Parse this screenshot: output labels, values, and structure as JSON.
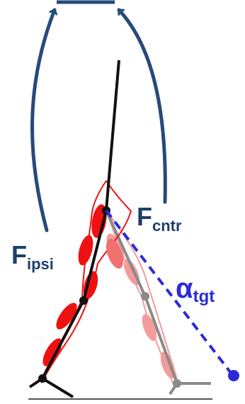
{
  "colors": {
    "arrow": "#264a7a",
    "label_dark": "#1f3f6b",
    "angle": "#2b2bd6",
    "leg_active": "#111111",
    "leg_inactive": "#8a8a8a",
    "muscle_active": "#ee1111",
    "muscle_inactive": "#f38a8a",
    "ground": "#555555"
  },
  "labels": {
    "f_ipsi_main": "F",
    "f_ipsi_sub": "ipsi",
    "f_cntr_main": "F",
    "f_cntr_sub": "cntr",
    "alpha_main": "α",
    "alpha_sub": "tgt"
  },
  "icons": {
    "joint": "dot",
    "arrow_head": "open-chevron"
  }
}
